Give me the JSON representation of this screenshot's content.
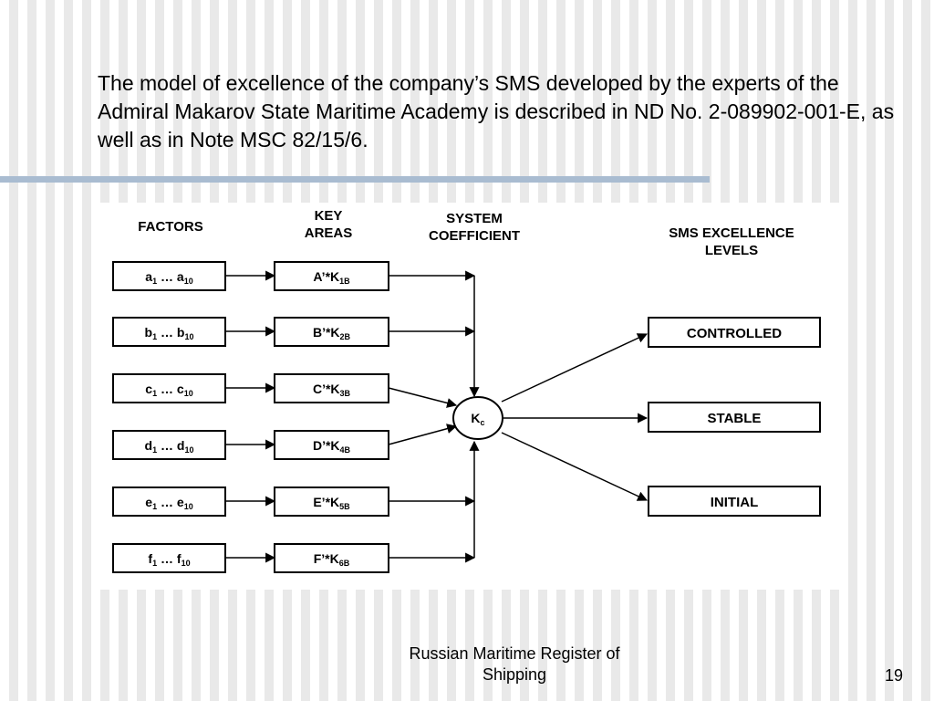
{
  "slide": {
    "intro_text": "The model of excellence of the company’s SMS developed by the experts of the Admiral Makarov State Maritime Academy is described in ND No. 2-089902-001-E, as well as in Note MSC 82/15/6.",
    "footer": "Russian Maritime Register of Shipping",
    "page_number": "19"
  },
  "diagram": {
    "headers": {
      "factors": "FACTORS",
      "key_areas": [
        "KEY",
        "AREAS"
      ],
      "system_coefficient": [
        "SYSTEM",
        "COEFFICIENT"
      ],
      "levels": [
        "SMS EXCELLENCE",
        "LEVELS"
      ]
    },
    "factors": [
      {
        "main": "a",
        "sub1": "1",
        "mid": " … ",
        "main2": "a",
        "sub2": "10"
      },
      {
        "main": "b",
        "sub1": "1",
        "mid": " … ",
        "main2": "b",
        "sub2": "10"
      },
      {
        "main": "c",
        "sub1": "1",
        "mid": " … ",
        "main2": "c",
        "sub2": "10"
      },
      {
        "main": "d",
        "sub1": "1",
        "mid": " … ",
        "main2": "d",
        "sub2": "10"
      },
      {
        "main": "e",
        "sub1": "1",
        "mid": " … ",
        "main2": "e",
        "sub2": "10"
      },
      {
        "main": "f",
        "sub1": "1",
        "mid": " … ",
        "main2": "f",
        "sub2": "10"
      }
    ],
    "key_areas": [
      {
        "main": "A’*K",
        "sub": "1B"
      },
      {
        "main": "B’*K",
        "sub": "2B"
      },
      {
        "main": "C’*K",
        "sub": "3B"
      },
      {
        "main": "D’*K",
        "sub": "4B"
      },
      {
        "main": "E’*K",
        "sub": "5B"
      },
      {
        "main": "F’*K",
        "sub": "6B"
      }
    ],
    "coefficient": {
      "main": "K",
      "sub": "c"
    },
    "levels": [
      "CONTROLLED",
      "STABLE",
      "INITIAL"
    ]
  }
}
